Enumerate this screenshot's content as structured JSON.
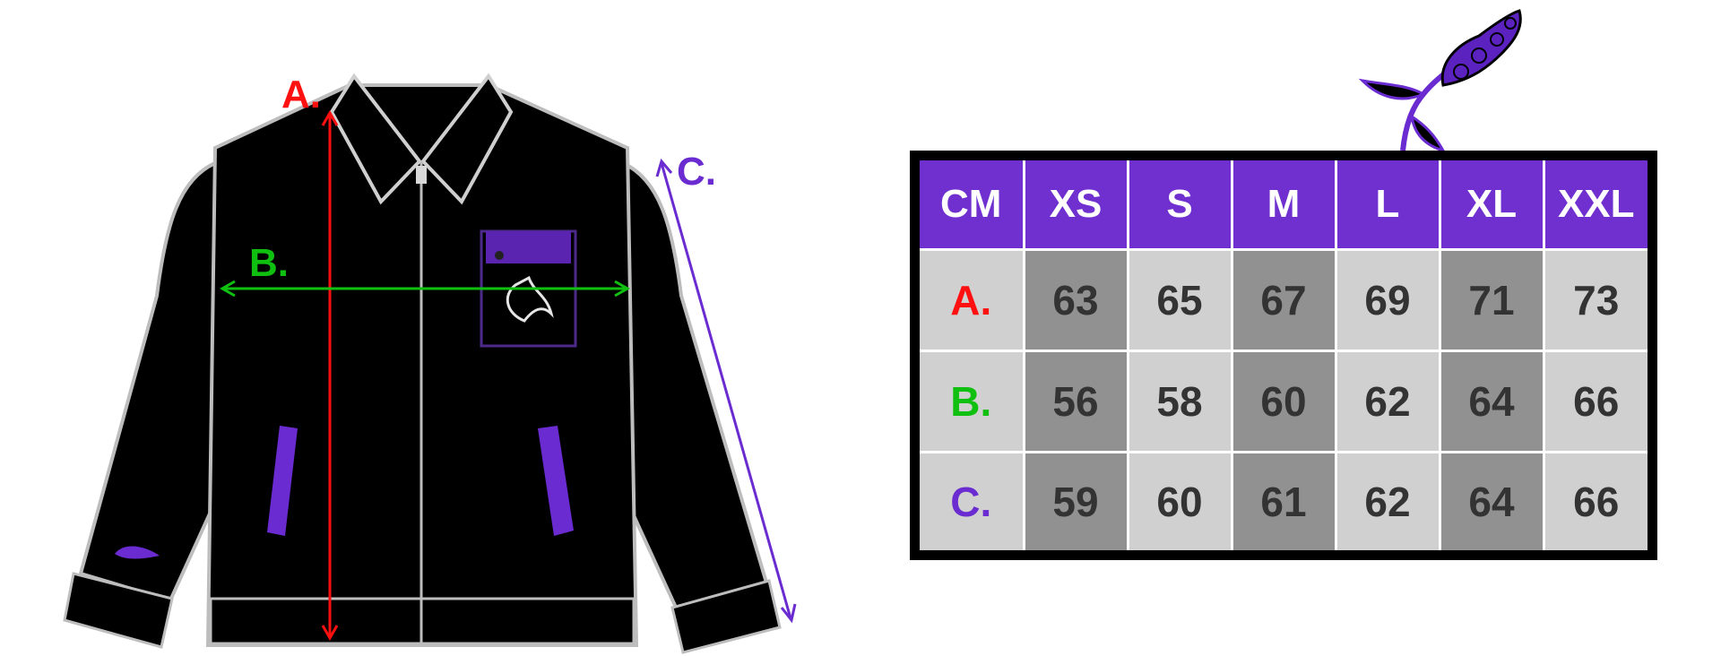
{
  "colors": {
    "label_a": "#ff1010",
    "label_b": "#10c010",
    "label_c": "#6a2bd0",
    "header_bg": "#7030d0",
    "cell_light": "#d0d0d0",
    "cell_dark": "#919191",
    "accent_purple": "#6a2bd0"
  },
  "figure": {
    "labels": {
      "a": "A.",
      "b": "B.",
      "c": "C."
    }
  },
  "size_chart": {
    "columns": [
      "CM",
      "XS",
      "S",
      "M",
      "L",
      "XL",
      "XXL"
    ],
    "rows": [
      {
        "label": "A.",
        "values": [
          "63",
          "65",
          "67",
          "69",
          "71",
          "73"
        ]
      },
      {
        "label": "B.",
        "values": [
          "56",
          "58",
          "60",
          "62",
          "64",
          "66"
        ]
      },
      {
        "label": "C.",
        "values": [
          "59",
          "60",
          "61",
          "62",
          "64",
          "66"
        ]
      }
    ]
  }
}
